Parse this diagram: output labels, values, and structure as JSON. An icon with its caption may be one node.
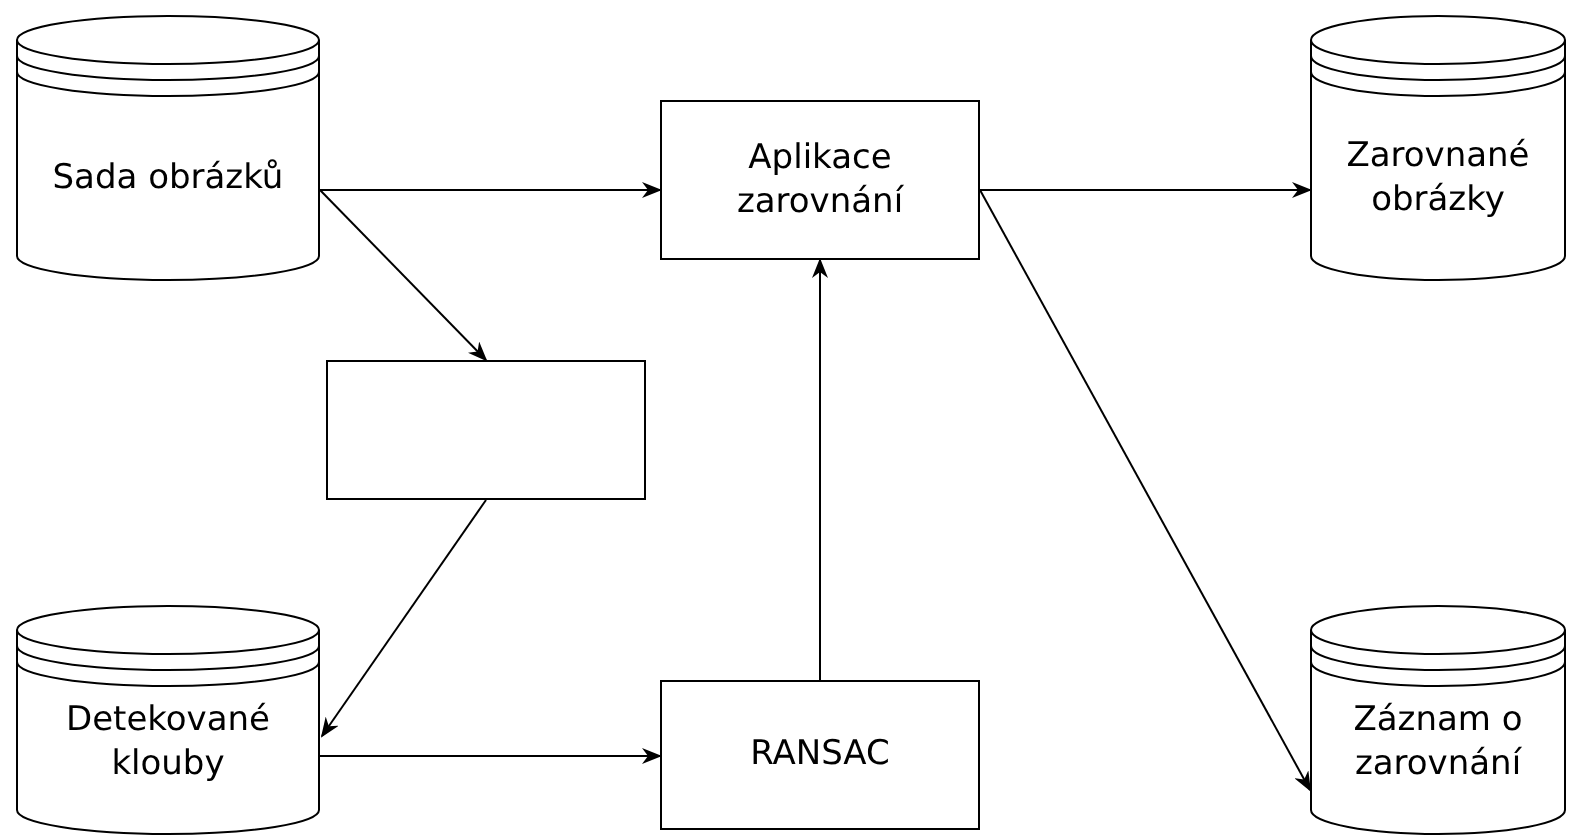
{
  "diagram": {
    "nodes": [
      {
        "text": [
          "Sada obrázků"
        ]
      },
      {
        "text": [
          "Aplikace zarovnání"
        ]
      },
      {
        "text": [
          "Zarovnané obrázky"
        ]
      },
      {
        "text": [],
        "shape": "box"
      },
      {
        "text": [
          "Detekované klouby"
        ]
      },
      {
        "text": [
          "RANSAC"
        ]
      },
      {
        "text": [
          "Záznam o zarovnání"
        ]
      }
    ],
    "edges": [
      {
        "from": 0,
        "to": 1,
        "arrow": "to"
      },
      {
        "from": 0,
        "to": 3,
        "arrow": "to"
      },
      {
        "from": 3,
        "to": 4,
        "arrow": "to"
      },
      {
        "from": 4,
        "to": 5,
        "arrow": "to"
      },
      {
        "from": 5,
        "to": 1,
        "arrow": "to"
      },
      {
        "from": 1,
        "to": 2,
        "arrow": "to"
      },
      {
        "from": 1,
        "to": 6,
        "arrow": "to"
      }
    ]
  }
}
